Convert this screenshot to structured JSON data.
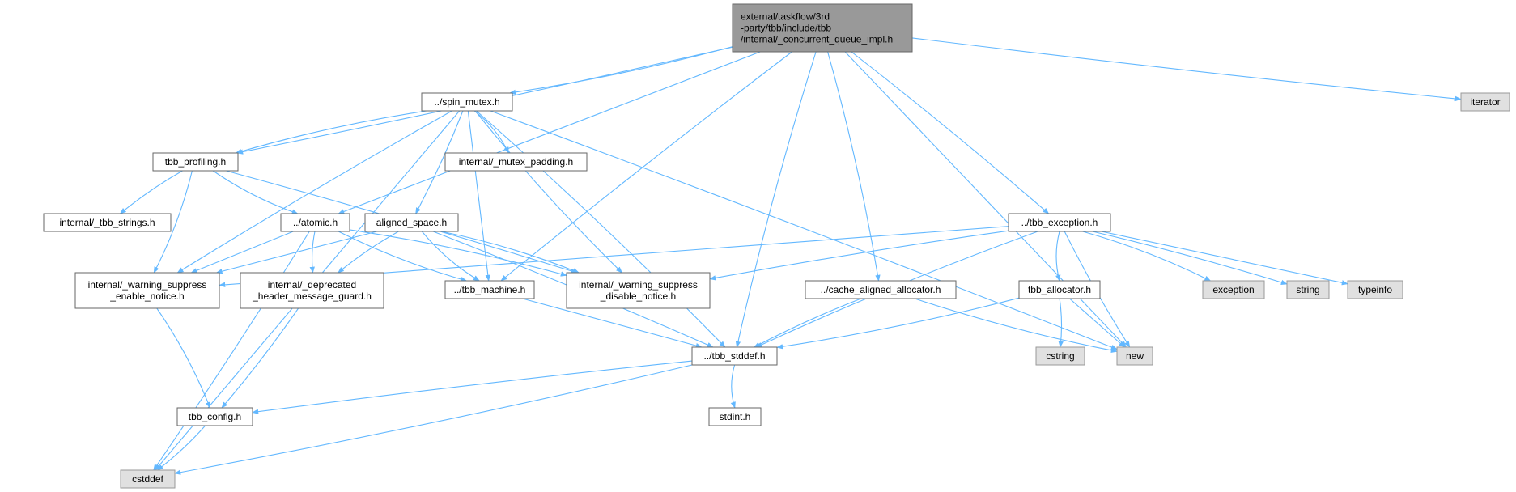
{
  "graph": {
    "nodes": [
      {
        "id": "root",
        "style": "root",
        "lines": [
          "external/taskflow/3rd",
          "-party/tbb/include/tbb",
          "/internal/_concurrent_queue_impl.h"
        ]
      },
      {
        "id": "spin_mutex",
        "style": "normal",
        "lines": [
          "../spin_mutex.h"
        ]
      },
      {
        "id": "iterator",
        "style": "system",
        "lines": [
          "iterator"
        ]
      },
      {
        "id": "tbb_profiling",
        "style": "normal",
        "lines": [
          "tbb_profiling.h"
        ]
      },
      {
        "id": "mutex_padding",
        "style": "normal",
        "lines": [
          "internal/_mutex_padding.h"
        ]
      },
      {
        "id": "tbb_strings",
        "style": "normal",
        "lines": [
          "internal/_tbb_strings.h"
        ]
      },
      {
        "id": "atomic",
        "style": "normal",
        "lines": [
          "../atomic.h"
        ]
      },
      {
        "id": "aligned_space",
        "style": "normal",
        "lines": [
          "aligned_space.h"
        ]
      },
      {
        "id": "tbb_exception",
        "style": "normal",
        "lines": [
          "../tbb_exception.h"
        ]
      },
      {
        "id": "warn_enable",
        "style": "normal",
        "lines": [
          "internal/_warning_suppress",
          "_enable_notice.h"
        ]
      },
      {
        "id": "deprecated_guard",
        "style": "normal",
        "lines": [
          "internal/_deprecated",
          "_header_message_guard.h"
        ]
      },
      {
        "id": "tbb_machine",
        "style": "normal",
        "lines": [
          "../tbb_machine.h"
        ]
      },
      {
        "id": "warn_disable",
        "style": "normal",
        "lines": [
          "internal/_warning_suppress",
          "_disable_notice.h"
        ]
      },
      {
        "id": "cache_aligned_allocator",
        "style": "normal",
        "lines": [
          "../cache_aligned_allocator.h"
        ]
      },
      {
        "id": "tbb_allocator",
        "style": "normal",
        "lines": [
          "tbb_allocator.h"
        ]
      },
      {
        "id": "exception",
        "style": "system",
        "lines": [
          "exception"
        ]
      },
      {
        "id": "string",
        "style": "system",
        "lines": [
          "string"
        ]
      },
      {
        "id": "typeinfo",
        "style": "system",
        "lines": [
          "typeinfo"
        ]
      },
      {
        "id": "tbb_stddef",
        "style": "normal",
        "lines": [
          "../tbb_stddef.h"
        ]
      },
      {
        "id": "cstring",
        "style": "system",
        "lines": [
          "cstring"
        ]
      },
      {
        "id": "new",
        "style": "system",
        "lines": [
          "new"
        ]
      },
      {
        "id": "tbb_config",
        "style": "normal",
        "lines": [
          "tbb_config.h"
        ]
      },
      {
        "id": "stdint",
        "style": "normal",
        "lines": [
          "stdint.h"
        ]
      },
      {
        "id": "cstddef",
        "style": "system",
        "lines": [
          "cstddef"
        ]
      }
    ],
    "edges": [
      [
        "root",
        "spin_mutex"
      ],
      [
        "root",
        "tbb_profiling"
      ],
      [
        "root",
        "atomic"
      ],
      [
        "root",
        "tbb_machine"
      ],
      [
        "root",
        "tbb_stddef"
      ],
      [
        "root",
        "cache_aligned_allocator"
      ],
      [
        "root",
        "tbb_exception"
      ],
      [
        "root",
        "new"
      ],
      [
        "root",
        "iterator"
      ],
      [
        "spin_mutex",
        "tbb_profiling"
      ],
      [
        "spin_mutex",
        "mutex_padding"
      ],
      [
        "spin_mutex",
        "aligned_space"
      ],
      [
        "spin_mutex",
        "tbb_machine"
      ],
      [
        "spin_mutex",
        "warn_enable"
      ],
      [
        "spin_mutex",
        "warn_disable"
      ],
      [
        "spin_mutex",
        "tbb_stddef"
      ],
      [
        "spin_mutex",
        "new"
      ],
      [
        "spin_mutex",
        "cstddef"
      ],
      [
        "tbb_profiling",
        "tbb_strings"
      ],
      [
        "tbb_profiling",
        "atomic"
      ],
      [
        "tbb_profiling",
        "warn_enable"
      ],
      [
        "tbb_profiling",
        "warn_disable"
      ],
      [
        "atomic",
        "warn_enable"
      ],
      [
        "atomic",
        "deprecated_guard"
      ],
      [
        "atomic",
        "tbb_machine"
      ],
      [
        "atomic",
        "warn_disable"
      ],
      [
        "atomic",
        "cstddef"
      ],
      [
        "aligned_space",
        "warn_enable"
      ],
      [
        "aligned_space",
        "deprecated_guard"
      ],
      [
        "aligned_space",
        "tbb_machine"
      ],
      [
        "aligned_space",
        "warn_disable"
      ],
      [
        "aligned_space",
        "tbb_stddef"
      ],
      [
        "tbb_exception",
        "warn_enable"
      ],
      [
        "tbb_exception",
        "warn_disable"
      ],
      [
        "tbb_exception",
        "tbb_allocator"
      ],
      [
        "tbb_exception",
        "exception"
      ],
      [
        "tbb_exception",
        "string"
      ],
      [
        "tbb_exception",
        "typeinfo"
      ],
      [
        "tbb_exception",
        "new"
      ],
      [
        "tbb_exception",
        "tbb_stddef"
      ],
      [
        "warn_enable",
        "tbb_config"
      ],
      [
        "deprecated_guard",
        "tbb_config"
      ],
      [
        "tbb_machine",
        "tbb_stddef"
      ],
      [
        "cache_aligned_allocator",
        "tbb_stddef"
      ],
      [
        "cache_aligned_allocator",
        "new"
      ],
      [
        "tbb_allocator",
        "tbb_stddef"
      ],
      [
        "tbb_allocator",
        "cstring"
      ],
      [
        "tbb_allocator",
        "new"
      ],
      [
        "tbb_stddef",
        "tbb_config"
      ],
      [
        "tbb_stddef",
        "stdint"
      ],
      [
        "tbb_stddef",
        "cstddef"
      ],
      [
        "tbb_config",
        "cstddef"
      ]
    ]
  }
}
